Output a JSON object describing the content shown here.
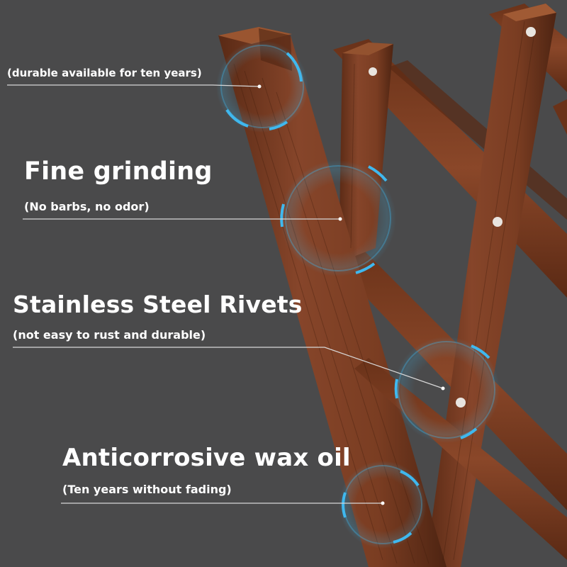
{
  "features": [
    {
      "id": "durable",
      "title": "",
      "subtitle": "(durable available for ten years)"
    },
    {
      "id": "fine-grinding",
      "title": "Fine grinding",
      "subtitle": "(No barbs, no odor)"
    },
    {
      "id": "rivets",
      "title": "Stainless Steel Rivets",
      "subtitle": "(not easy to rust and durable)"
    },
    {
      "id": "wax-oil",
      "title": "Anticorrosive wax oil",
      "subtitle": "(Ten years without fading)"
    }
  ],
  "colors": {
    "background": "#4a4a4b",
    "wood": "#7a3d22",
    "wood_dark": "#4e2412",
    "ring_glow": "#3fb8ee",
    "rivet": "#e8e4df"
  }
}
